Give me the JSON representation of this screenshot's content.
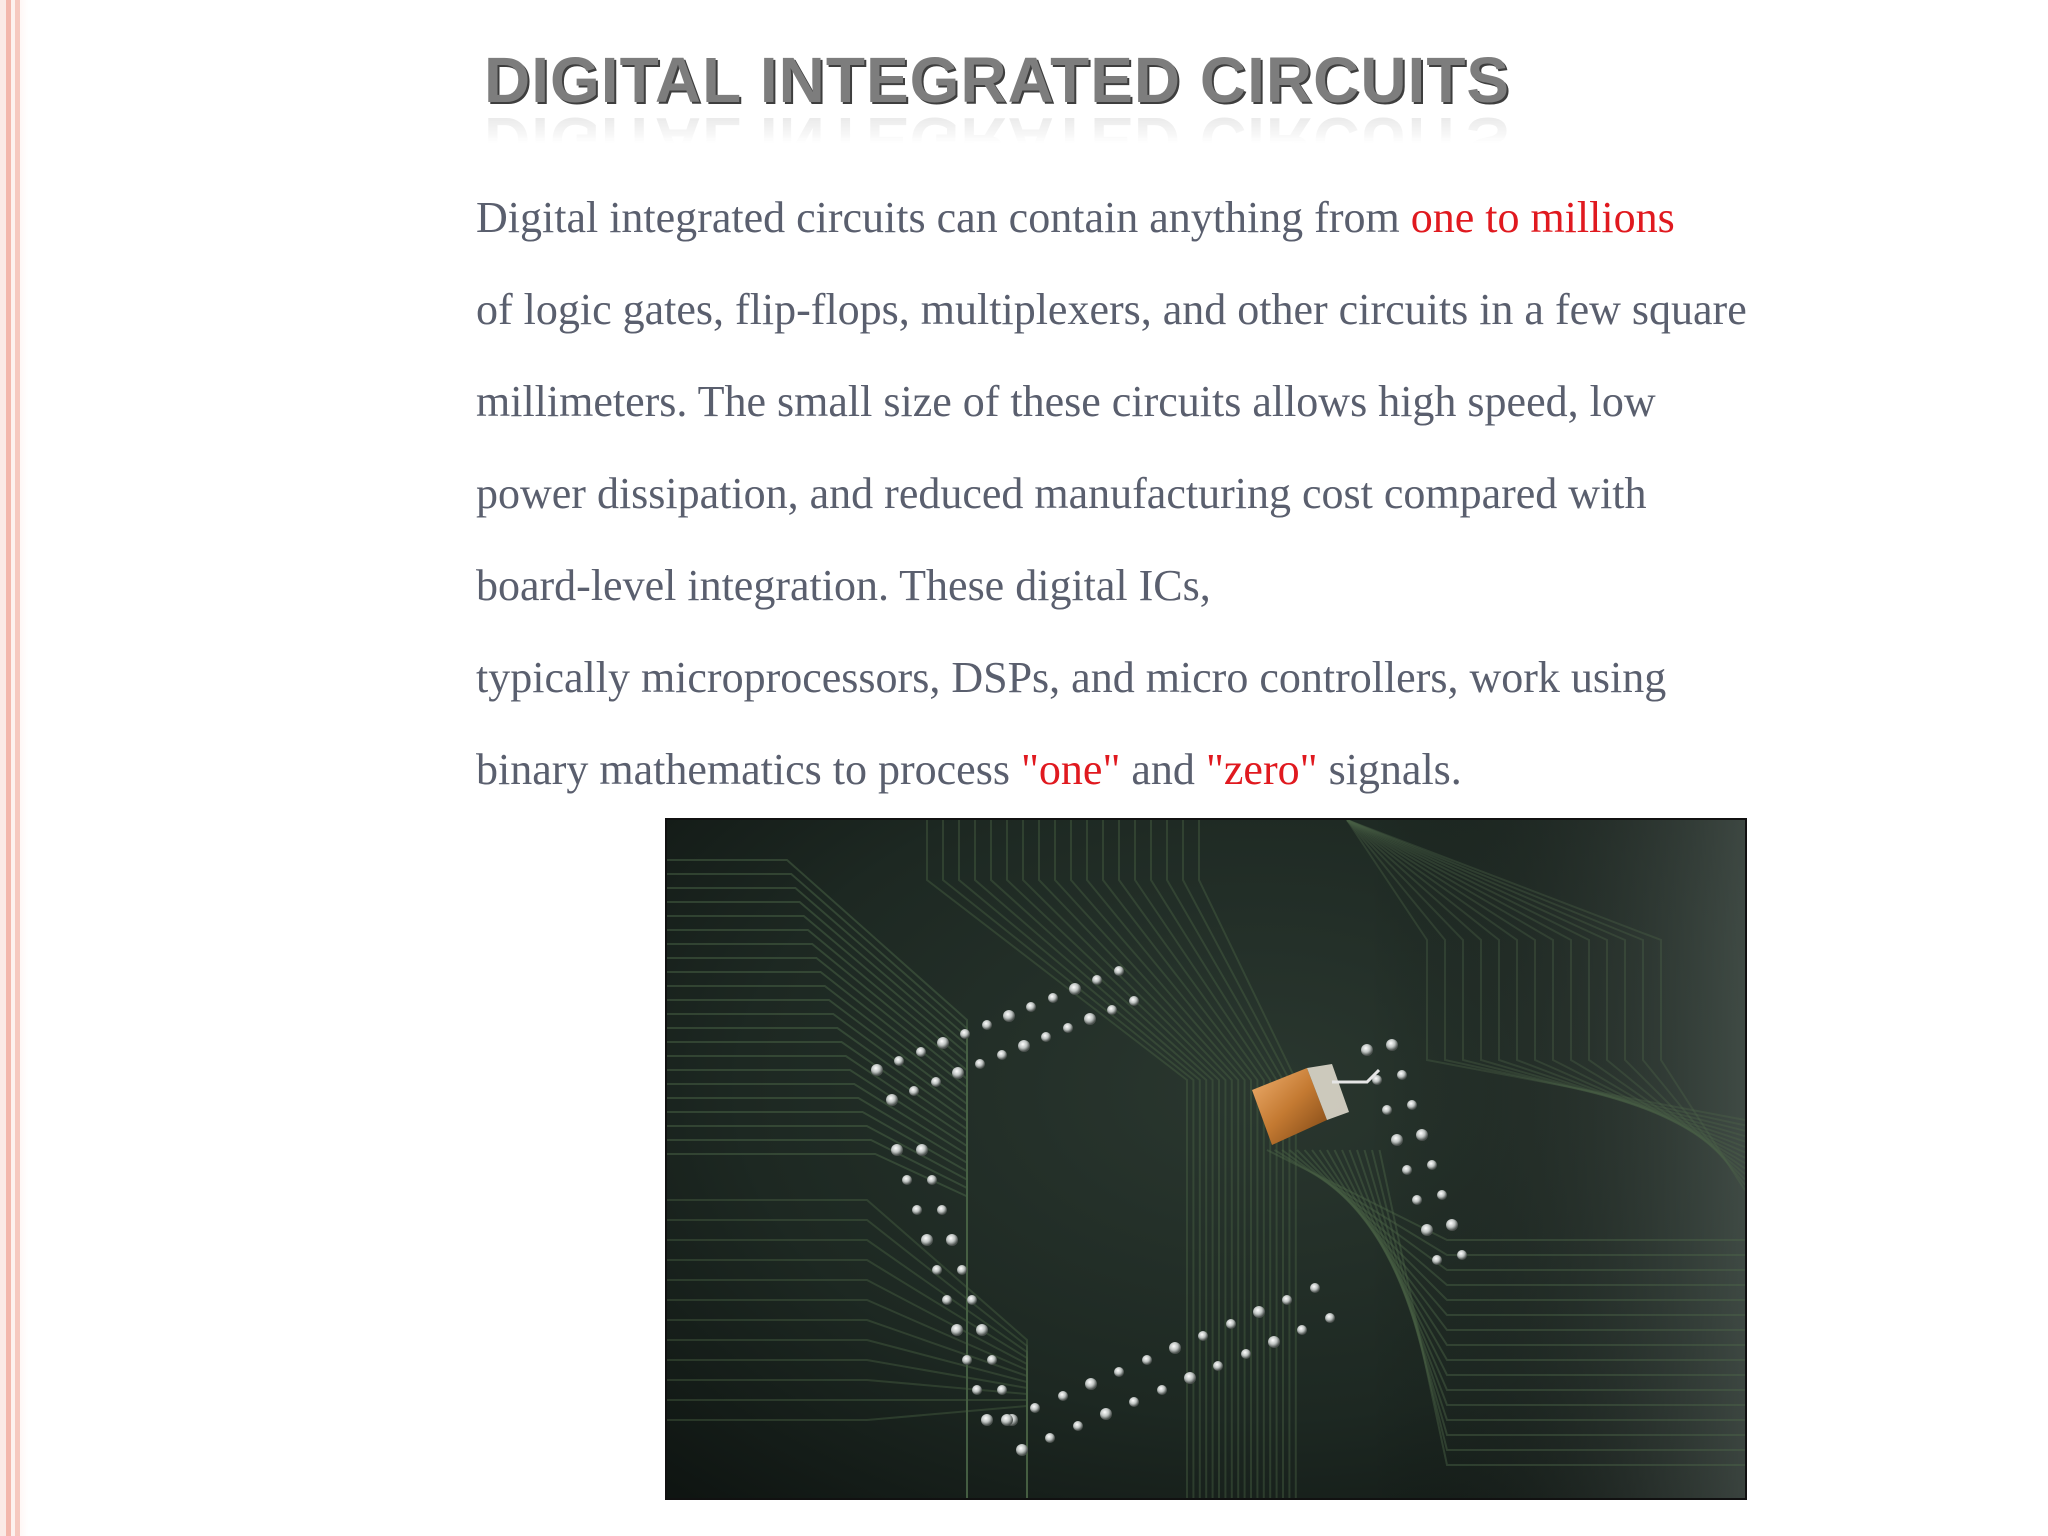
{
  "slide": {
    "title": "DIGITAL INTEGRATED CIRCUITS",
    "paragraph": {
      "line1_a": "Digital integrated circuits can contain anything from ",
      "line1_b": "one to millions",
      "line2": "of logic gates, flip-flops, multiplexers, and other circuits in a few square",
      "line3": "millimeters. The small size of these circuits allows high speed, low",
      "line4": "power dissipation, and reduced manufacturing cost compared with",
      "line5": "board-level integration. These digital ICs,",
      "line6": "typically microprocessors, DSPs, and micro controllers, work using",
      "line7_a": "binary mathematics to process ",
      "line7_b": "\"one\"",
      "line7_c": " and ",
      "line7_d": "\"zero\"",
      "line7_e": " signals."
    },
    "image": {
      "subject": "circuit-board-with-chip-photo"
    }
  },
  "colors": {
    "body_text": "#5a5f6e",
    "highlight": "#e0191f",
    "title": "#7d7d7d",
    "accent_border": "#f3b7ac"
  }
}
